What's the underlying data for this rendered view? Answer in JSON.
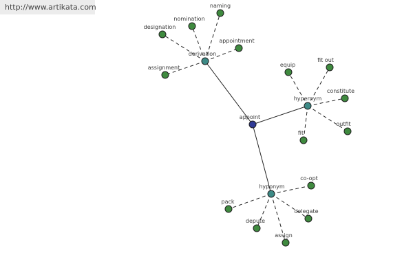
{
  "source_url": "http://www.artikata.com",
  "colors": {
    "center_node": "#2f3a96",
    "relation_node": "#3d8a86",
    "word_node": "#3f8a3f",
    "node_stroke": "#1e1e1e",
    "edge": "#222222"
  },
  "graph": {
    "center": {
      "label": "appoint"
    },
    "relations": [
      {
        "label": "derivation",
        "words": [
          "naming",
          "nomination",
          "designation",
          "appointment",
          "assignment"
        ]
      },
      {
        "label": "hypernym",
        "words": [
          "equip",
          "fit out",
          "constitute",
          "outfit",
          "fit"
        ]
      },
      {
        "label": "hyponym",
        "words": [
          "co-opt",
          "pack",
          "delegate",
          "depute",
          "assign"
        ]
      }
    ]
  }
}
